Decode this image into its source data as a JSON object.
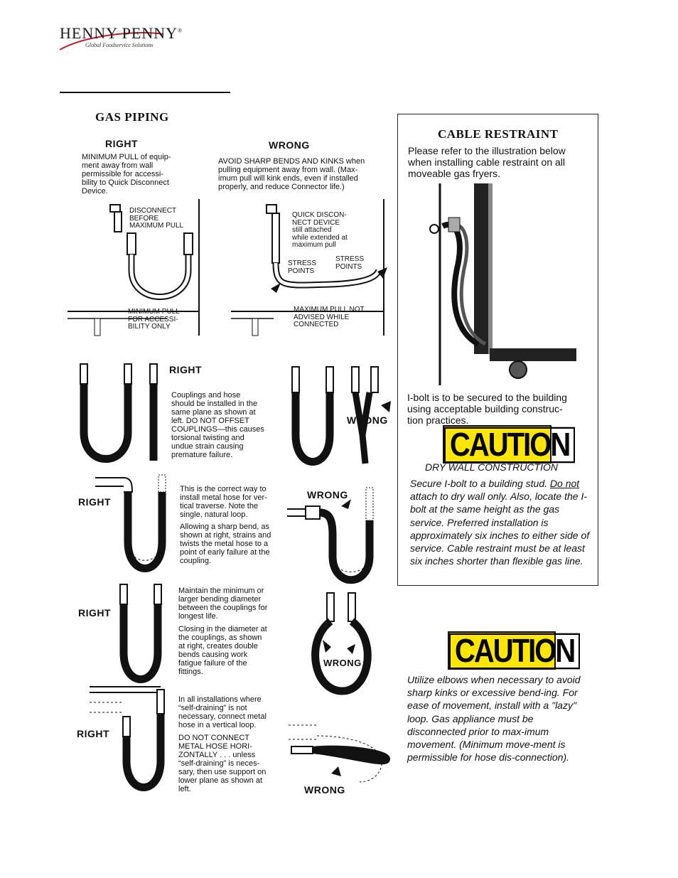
{
  "header": {
    "logo_name": "HENNY PENNY",
    "logo_reg": "®",
    "logo_tagline": "Global Foodservice Solutions"
  },
  "gas_piping": {
    "title": "GAS PIPING",
    "sec1": {
      "right_label": "RIGHT",
      "right_text": [
        "MINIMUM PULL of equip-",
        "ment away from wall",
        "permissible for accessi-",
        "bility to Quick Disconnect",
        "Device."
      ],
      "right_callout1": [
        "DISCONNECT",
        "BEFORE",
        "MAXIMUM PULL"
      ],
      "right_callout2": [
        "MINIMUM PULL",
        "FOR ACCESSI-",
        "BILITY ONLY"
      ],
      "wrong_label": "WRONG",
      "wrong_text": [
        "AVOID SHARP BENDS AND KINKS when",
        "pulling equipment away from wall. (Max-",
        "imum pull will kink ends, even if installed",
        "properly, and reduce Connector life.)"
      ],
      "wrong_callout1": [
        "QUICK DISCON-",
        "NECT DEVICE",
        "still attached",
        "while extended at",
        "maximum pull"
      ],
      "wrong_stress1": [
        "STRESS",
        "POINTS"
      ],
      "wrong_stress2": [
        "STRESS",
        "POINTS"
      ],
      "wrong_callout2": [
        "MAXIMUM PULL NOT",
        "ADVISED WHILE",
        "CONNECTED"
      ]
    },
    "sec2": {
      "right_label": "RIGHT",
      "text": [
        "Couplings and hose",
        "should be installed in the",
        "same plane as shown at",
        "left. DO NOT OFFSET",
        "COUPLINGS—this causes",
        "torsional twisting and",
        "undue strain causing",
        "premature failure."
      ],
      "wrong_label": "WRONG"
    },
    "sec3": {
      "right_label": "RIGHT",
      "text1": [
        "This is the correct way to",
        "install metal hose for ver-",
        "tical traverse. Note the",
        "single, natural loop."
      ],
      "text2": [
        "Allowing a sharp bend, as",
        "shown at right, strains and",
        "twists the metal hose to a",
        "point of early failure at the",
        "coupling."
      ],
      "wrong_label": "WRONG"
    },
    "sec4": {
      "right_label": "RIGHT",
      "text1": [
        "Maintain the minimum or",
        "larger bending diameter",
        "between the couplings for",
        "longest life."
      ],
      "text2": [
        "Closing in the diameter at",
        "the couplings, as shown",
        "at right, creates double",
        "bends causing work",
        "fatigue failure of the",
        "fittings."
      ],
      "wrong_label": "WRONG"
    },
    "sec5": {
      "right_label": "RIGHT",
      "text1": [
        "In all installations where",
        "“self-draining” is not",
        "necessary, connect metal",
        "hose in a vertical loop."
      ],
      "text2": [
        "DO NOT CONNECT",
        "METAL HOSE HORI-",
        "ZONTALLY . . . unless",
        "“self-draining” is neces-",
        "sary, then use support on",
        "lower plane as shown at",
        "left."
      ],
      "wrong_label": "WRONG"
    }
  },
  "cable_restraint": {
    "title": "CABLE RESTRAINT",
    "intro": [
      "Please refer to the illustration below",
      "when installing cable restraint on all",
      "moveable gas fryers."
    ],
    "ibolt": [
      "I-bolt is to be secured to the building",
      "using acceptable building construc-",
      "tion practices."
    ],
    "caution_label": "CAUTION",
    "subtitle": "DRY WALL CONSTRUCTION",
    "warn_a": "Secure I-bolt to a building stud. ",
    "warn_b": "Do not",
    "warn_c": " attach to dry wall only. Also, locate the I-bolt at the same height as the gas service. Preferred installation is approximately six inches to either side of service. Cable restraint must be at least six inches shorter than flexible gas line."
  },
  "elbows": {
    "caution_label": "CAUTION",
    "text": "Utilize elbows when necessary to avoid sharp kinks or excessive bend-ing. For ease of movement, install with a \"lazy\" loop. Gas appliance must be disconnected prior to max-imum movement. (Minimum move-ment is permissible for hose dis-connection)."
  },
  "colors": {
    "caution_yellow": "#ffe600",
    "ink": "#111111"
  }
}
